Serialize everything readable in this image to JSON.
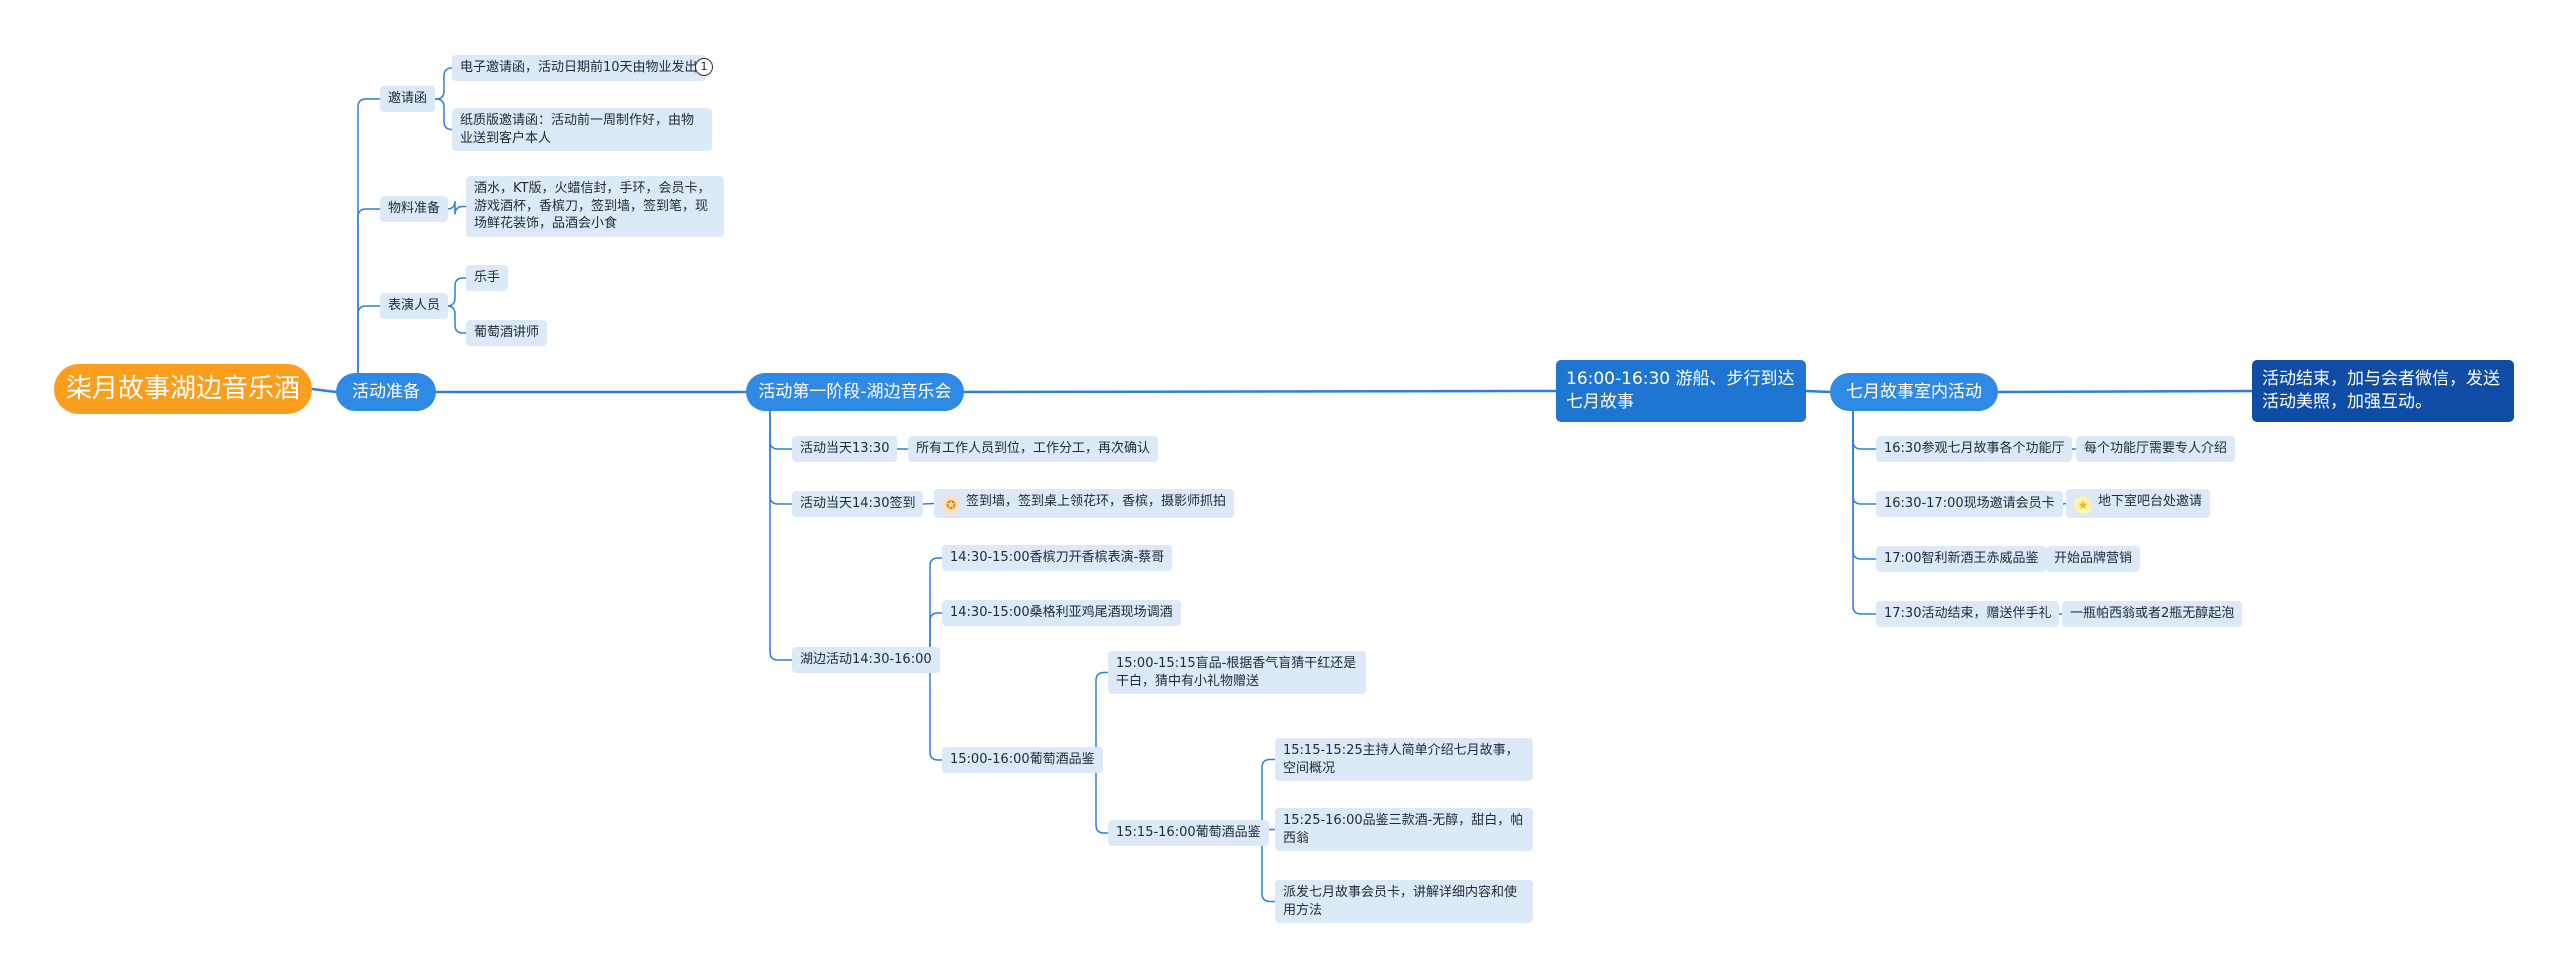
{
  "root": "柒月故事湖边音乐酒会",
  "prep": {
    "title": "活动准备",
    "invite": {
      "label": "邀请函",
      "items": [
        "电子邀请函，活动日期前10天由物业发出",
        "纸质版邀请函：活动前一周制作好，由物业送到客户本人"
      ],
      "badge": "1"
    },
    "materials": {
      "label": "物料准备",
      "items": [
        "酒水，KT版，火蜡信封，手环，会员卡，游戏酒杯，香槟刀，签到墙，签到笔，现场鲜花装饰，品酒会小食"
      ]
    },
    "performers": {
      "label": "表演人员",
      "items": [
        "乐手",
        "葡萄酒讲师"
      ]
    }
  },
  "phase1": {
    "title": "活动第一阶段-湖边音乐会",
    "row1": {
      "label": "活动当天13:30",
      "detail": "所有工作人员到位，工作分工，再次确认"
    },
    "row2": {
      "label": "活动当天14:30签到",
      "detail": "签到墙，签到桌上领花环，香槟，摄影师抓拍",
      "icon": "award-icon"
    },
    "lakeside": {
      "label": "湖边活动14:30-16:00",
      "a": "14:30-15:00香槟刀开香槟表演-蔡哥",
      "b": "14:30-15:00桑格利亚鸡尾酒现场调酒",
      "wine": {
        "label": "15:00-16:00葡萄酒品鉴",
        "blind": "15:00-15:15盲品-根据香气盲猜干红还是干白，猜中有小礼物赠送",
        "tasting": {
          "label": "15:15-16:00葡萄酒品鉴",
          "items": [
            "15:15-15:25主持人简单介绍七月故事，空间概况",
            "15:25-16:00品鉴三款酒-无醇，甜白，帕西翁",
            "派发七月故事会员卡，讲解详细内容和使用方法"
          ]
        }
      }
    }
  },
  "transfer": "16:00-16:30 游船、步行到达七月故事",
  "indoor": {
    "title": "七月故事室内活动",
    "rows": [
      {
        "label": "16:30参观七月故事各个功能厅",
        "detail": "每个功能厅需要专人介绍"
      },
      {
        "label": "16:30-17:00现场邀请会员卡",
        "detail": "地下室吧台处邀请",
        "icon": "star-icon"
      },
      {
        "label": "17:00智利新酒王赤威品鉴",
        "detail": "开始品牌营销"
      },
      {
        "label": "17:30活动结束，赠送伴手礼",
        "detail": "一瓶帕西翁或者2瓶无醇起泡"
      }
    ]
  },
  "ending": "活动结束，加与会者微信，发送活动美照，加强互动。",
  "colors": {
    "root": "#fb9e1e",
    "main": "#2f8ae6",
    "box": "#1f76d2",
    "dark": "#0f4ca6",
    "sub": "#dbe9f9",
    "line": "#2f7fd6"
  }
}
